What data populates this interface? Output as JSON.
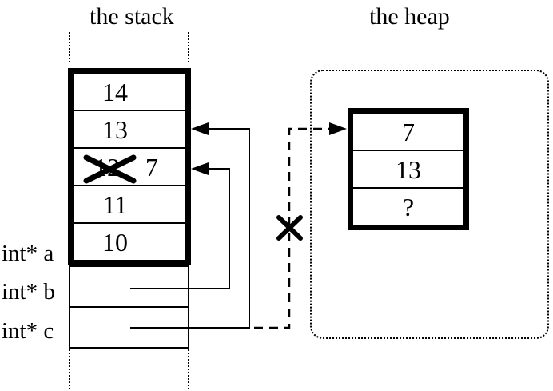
{
  "titles": {
    "stack": "the stack",
    "heap": "the heap"
  },
  "stack": {
    "rows": [
      {
        "value": "14",
        "crossed": false
      },
      {
        "value": "13",
        "crossed": false
      },
      {
        "value": "12",
        "crossed": true,
        "replacement": "7"
      },
      {
        "value": "11",
        "crossed": false
      },
      {
        "value": "10",
        "crossed": false
      }
    ]
  },
  "pointers": {
    "labels": [
      "int* a",
      "int* b",
      "int* c"
    ]
  },
  "heap": {
    "rows": [
      "7",
      "13",
      "?"
    ]
  },
  "icons": {
    "cross_out": "x-mark",
    "arrowhead": "solid-triangle"
  },
  "colors": {
    "ink": "#000000",
    "background": "#ffffff"
  }
}
